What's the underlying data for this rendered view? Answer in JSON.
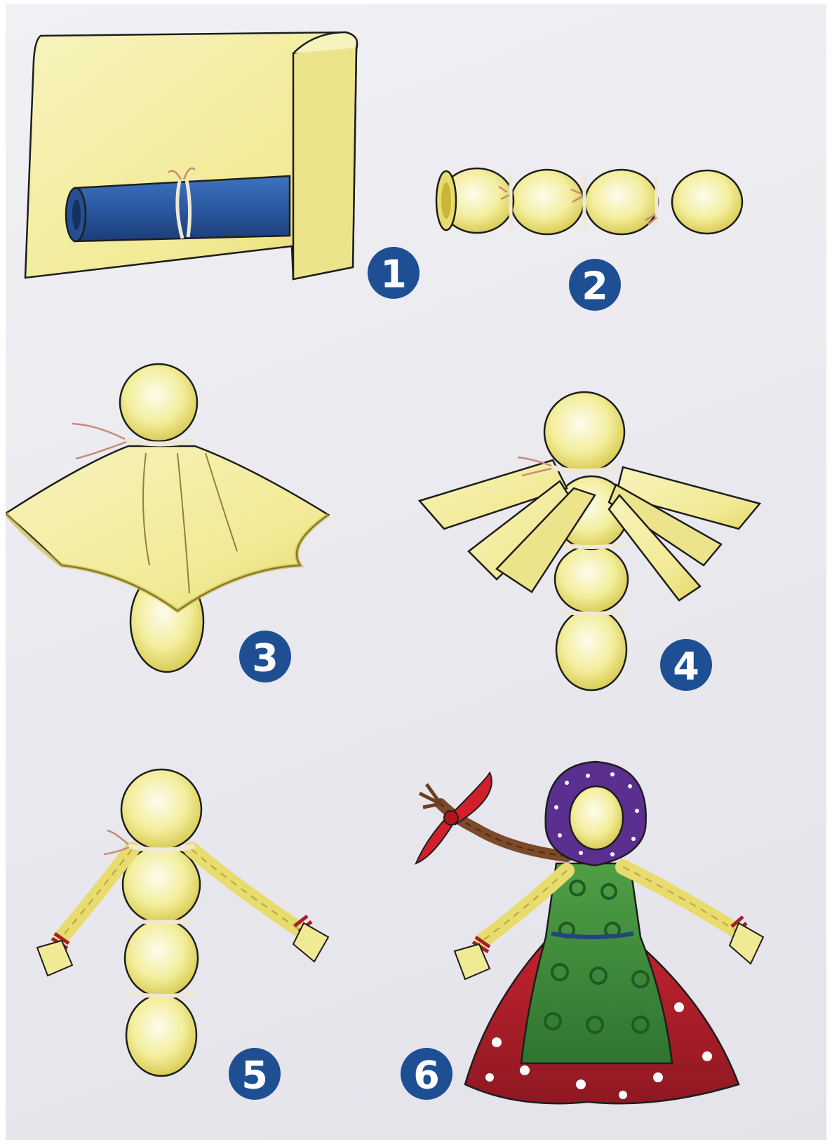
{
  "steps": [
    {
      "id": 1,
      "label": "1"
    },
    {
      "id": 2,
      "label": "2"
    },
    {
      "id": 3,
      "label": "3"
    },
    {
      "id": 4,
      "label": "4"
    },
    {
      "id": 5,
      "label": "5"
    },
    {
      "id": 6,
      "label": "6"
    }
  ],
  "colors": {
    "fabric": "#f3ee9c",
    "fabric_shadow": "#d9cc55",
    "roll": "#2f5fa8",
    "badge": "#1d4f92",
    "kerchief": "#5a2f8f",
    "apron": "#3f8c3a",
    "skirt": "#b81f2a",
    "ribbon": "#d1202a",
    "braid": "#7a4a2b",
    "outline": "#1d1d1d",
    "thread": "#efe8d5"
  },
  "icons": [
    "step-number-badge"
  ]
}
